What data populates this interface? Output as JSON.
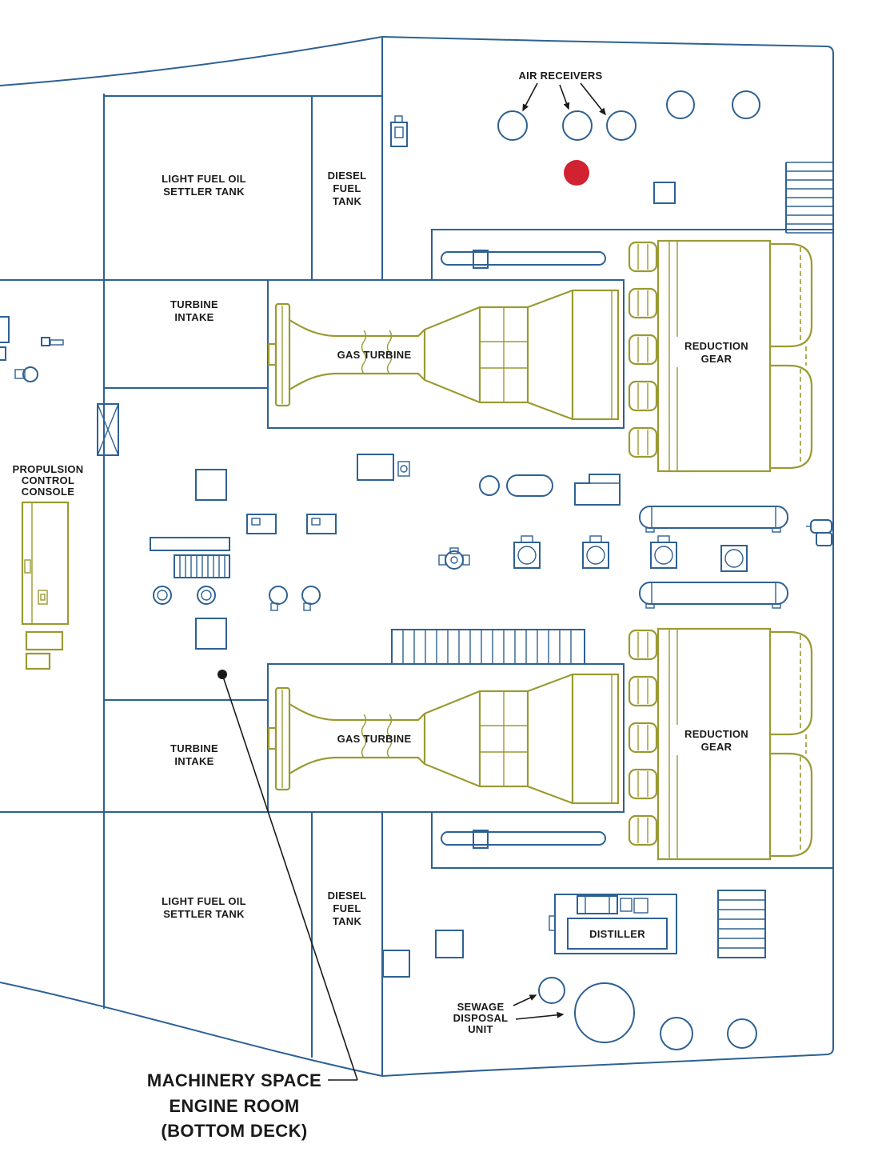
{
  "colors": {
    "line_blue": "#2e6193",
    "machine_olive": "#9a9a32",
    "marker_red": "#d12232",
    "ink": "#1a1a1a",
    "background": "#ffffff"
  },
  "labels": {
    "air_receivers": "AIR RECEIVERS",
    "lfo_tank_top": [
      "LIGHT FUEL OIL",
      "SETTLER TANK"
    ],
    "diesel_tank_top": [
      "DIESEL",
      "FUEL",
      "TANK"
    ],
    "turbine_intake_top": [
      "TURBINE",
      "INTAKE"
    ],
    "gas_turbine_top": "GAS TURBINE",
    "reduction_gear_top": [
      "REDUCTION",
      "GEAR"
    ],
    "propulsion_console": [
      "PROPULSION",
      "CONTROL",
      "CONSOLE"
    ],
    "turbine_intake_bottom": [
      "TURBINE",
      "INTAKE"
    ],
    "gas_turbine_bottom": "GAS TURBINE",
    "reduction_gear_bottom": [
      "REDUCTION",
      "GEAR"
    ],
    "lfo_tank_bottom": [
      "LIGHT FUEL OIL",
      "SETTLER TANK"
    ],
    "diesel_tank_bottom": [
      "DIESEL",
      "FUEL",
      "TANK"
    ],
    "distiller": "DISTILLER",
    "sewage_unit": [
      "SEWAGE",
      "DISPOSAL",
      "UNIT"
    ],
    "caption": [
      "MACHINERY SPACE",
      "ENGINE ROOM",
      "(BOTTOM DECK)"
    ]
  }
}
